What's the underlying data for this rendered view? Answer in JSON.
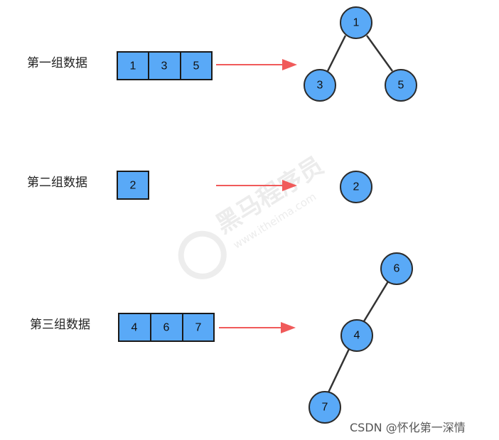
{
  "groups": [
    {
      "label": "第一组数据",
      "cells": [
        "1",
        "3",
        "5"
      ],
      "tree": {
        "nodes": [
          "1",
          "3",
          "5"
        ],
        "edges": [
          [
            0,
            1
          ],
          [
            0,
            2
          ]
        ]
      }
    },
    {
      "label": "第二组数据",
      "cells": [
        "2"
      ],
      "tree": {
        "nodes": [
          "2"
        ],
        "edges": []
      }
    },
    {
      "label": "第三组数据",
      "cells": [
        "4",
        "6",
        "7"
      ],
      "tree": {
        "nodes": [
          "6",
          "4",
          "7"
        ],
        "edges": [
          [
            0,
            1
          ],
          [
            1,
            2
          ]
        ]
      }
    }
  ],
  "watermark": {
    "logo_text": "黑马程序员",
    "url_text": "www.itheima.com"
  },
  "credit": "CSDN @怀化第一深情",
  "colors": {
    "node_fill": "#59a9f7",
    "arrow": "#f05a5a",
    "outline": "#1a1a1a"
  }
}
